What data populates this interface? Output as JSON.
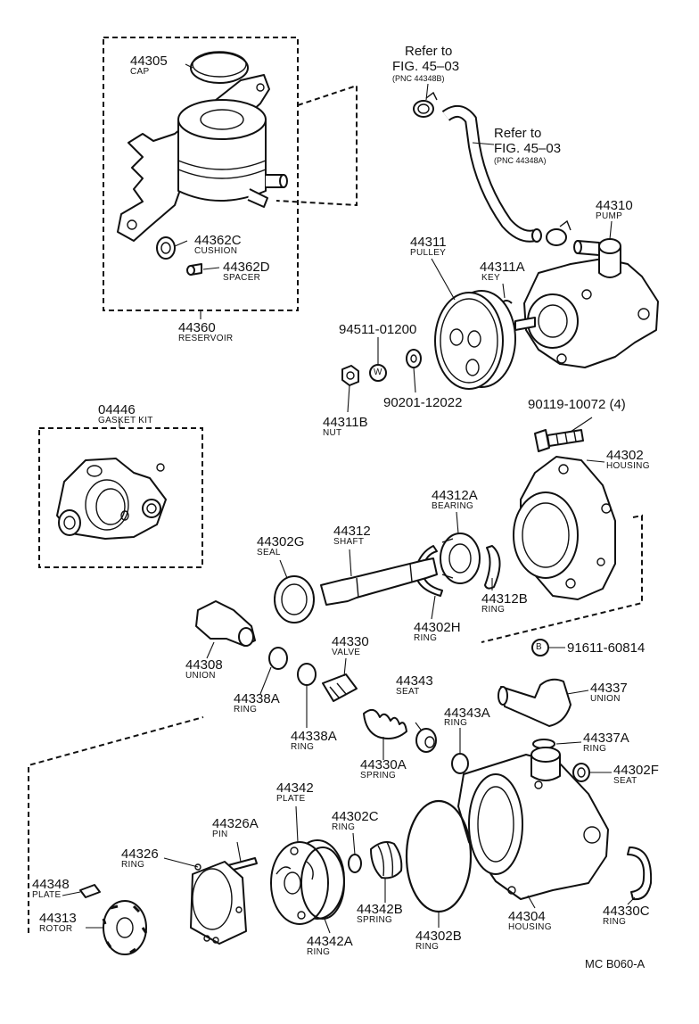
{
  "diagram": {
    "code": "MC  B060-A",
    "refs": [
      {
        "text_1": "Refer to",
        "text_2": "FIG. 45–03",
        "text_3": "(PNC 44348B)"
      },
      {
        "text_1": "Refer to",
        "text_2": "FIG. 45–03",
        "text_3": "(PNC 44348A)"
      }
    ],
    "parts": [
      {
        "pn": "44305",
        "name": "CAP"
      },
      {
        "pn": "44362C",
        "name": "CUSHION"
      },
      {
        "pn": "44362D",
        "name": "SPACER"
      },
      {
        "pn": "44360",
        "name": "RESERVOIR"
      },
      {
        "pn": "44310",
        "name": "PUMP"
      },
      {
        "pn": "44311",
        "name": "PULLEY"
      },
      {
        "pn": "44311A",
        "name": "KEY"
      },
      {
        "pn": "94511-01200",
        "name": ""
      },
      {
        "pn": "90201-12022",
        "name": ""
      },
      {
        "pn": "44311B",
        "name": "NUT"
      },
      {
        "pn": "04446",
        "name": "GASKET KIT"
      },
      {
        "pn": "90119-10072 (4)",
        "name": ""
      },
      {
        "pn": "44302",
        "name": "HOUSING"
      },
      {
        "pn": "44312A",
        "name": "BEARING"
      },
      {
        "pn": "44302G",
        "name": "SEAL"
      },
      {
        "pn": "44312",
        "name": "SHAFT"
      },
      {
        "pn": "44312B",
        "name": "RING"
      },
      {
        "pn": "44302H",
        "name": "RING"
      },
      {
        "pn": "91611-60814",
        "name": ""
      },
      {
        "pn": "44308",
        "name": "UNION"
      },
      {
        "pn": "44330",
        "name": "VALVE"
      },
      {
        "pn": "44338A",
        "name": "RING"
      },
      {
        "pn": "44338A",
        "name": "RING"
      },
      {
        "pn": "44343",
        "name": "SEAT"
      },
      {
        "pn": "44343A",
        "name": "RING"
      },
      {
        "pn": "44337",
        "name": "UNION"
      },
      {
        "pn": "44337A",
        "name": "RING"
      },
      {
        "pn": "44330A",
        "name": "SPRING"
      },
      {
        "pn": "44302F",
        "name": "SEAT"
      },
      {
        "pn": "44342",
        "name": "PLATE"
      },
      {
        "pn": "44302C",
        "name": "RING"
      },
      {
        "pn": "44326A",
        "name": "PIN"
      },
      {
        "pn": "44326",
        "name": "RING"
      },
      {
        "pn": "44348",
        "name": "PLATE"
      },
      {
        "pn": "44313",
        "name": "ROTOR"
      },
      {
        "pn": "44342B",
        "name": "SPRING"
      },
      {
        "pn": "44302B",
        "name": "RING"
      },
      {
        "pn": "44304",
        "name": "HOUSING"
      },
      {
        "pn": "44330C",
        "name": "RING"
      },
      {
        "pn": "44342A",
        "name": "RING"
      }
    ],
    "symbols": {
      "washer_marker": "W",
      "bolt_marker": "B"
    }
  }
}
